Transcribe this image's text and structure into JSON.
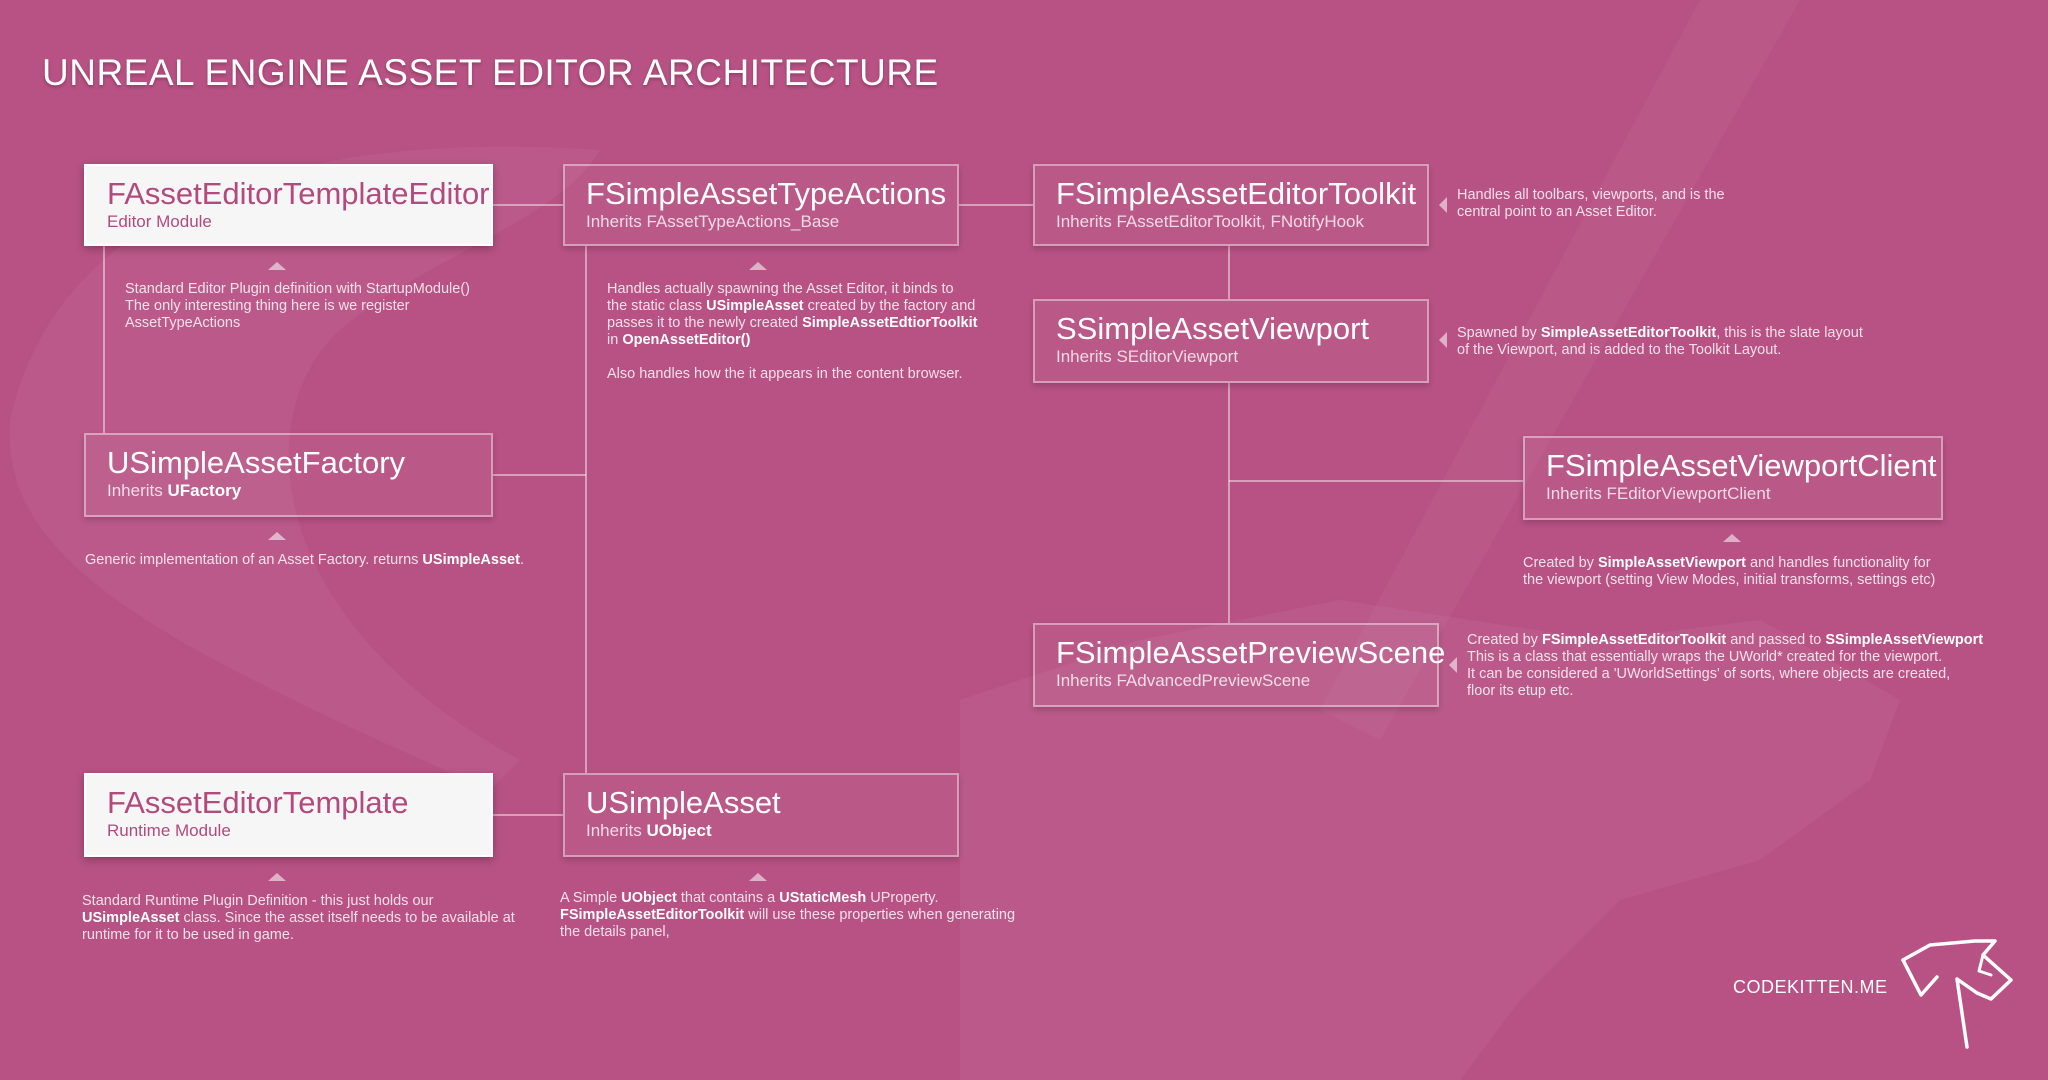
{
  "title": "UNREAL ENGINE ASSET EDITOR ARCHITECTURE",
  "brand": "CODEKITTEN.ME",
  "colors": {
    "background": "#b85284",
    "light_box": "#f6f6f6",
    "light_box_text": "#b24a7e",
    "line": "#e6a8c6"
  },
  "boxes": {
    "editor_module": {
      "name": "FAssetEditorTemplateEditor",
      "sub": "Editor Module"
    },
    "type_actions": {
      "name": "FSimpleAssetTypeActions",
      "sub": "Inherits FAssetTypeActions_Base"
    },
    "toolkit": {
      "name": "FSimpleAssetEditorToolkit",
      "sub": "Inherits FAssetEditorToolkit, FNotifyHook"
    },
    "viewport": {
      "name": "SSimpleAssetViewport",
      "sub": "Inherits SEditorViewport"
    },
    "factory": {
      "name": "USimpleAssetFactory",
      "sub_prefix": "Inherits ",
      "sub_bold": "UFactory"
    },
    "viewport_client": {
      "name": "FSimpleAssetViewportClient",
      "sub": "Inherits FEditorViewportClient"
    },
    "preview_scene": {
      "name": "FSimpleAssetPreviewScene",
      "sub": "Inherits FAdvancedPreviewScene"
    },
    "runtime_module": {
      "name": "FAssetEditorTemplate",
      "sub": "Runtime Module"
    },
    "simple_asset": {
      "name": "USimpleAsset",
      "sub_prefix": "Inherits ",
      "sub_bold": "UObject"
    }
  },
  "descriptions": {
    "editor_module": {
      "line1": "Standard Editor Plugin definition with StartupModule()",
      "line2": "The only interesting thing here is we register",
      "line3": "AssetTypeActions"
    },
    "type_actions": {
      "l1": "Handles actually spawning the Asset Editor, it binds to",
      "l2a": "the static class ",
      "l2b": "USimpleAsset",
      "l2c": " created by the factory and",
      "l3a": "passes it to the newly created  ",
      "l3b": "SimpleAssetEdtiorToolkit",
      "l4a": "in ",
      "l4b": "OpenAssetEditor()",
      "l5": "Also handles how the it appears in the content browser."
    },
    "toolkit": {
      "l1": "Handles all toolbars, viewports, and is the",
      "l2": "central point to an Asset Editor."
    },
    "viewport": {
      "l1a": "Spawned by ",
      "l1b": "SimpleAssetEditorToolkit",
      "l1c": ", this is the slate layout",
      "l2": "of the Viewport, and is added to the Toolkit Layout."
    },
    "factory": {
      "l1a": "Generic implementation of an Asset Factory. returns ",
      "l1b": "USimpleAsset",
      "l1c": "."
    },
    "viewport_client": {
      "l1a": "Created by ",
      "l1b": "SimpleAssetViewport",
      "l1c": " and handles functionality for",
      "l2": "the viewport (setting View Modes, initial  transforms, settings etc)"
    },
    "preview_scene": {
      "l1a": "Created by ",
      "l1b": "FSimpleAssetEditorToolkit",
      "l1c": " and passed to ",
      "l1d": "SSimpleAssetViewport",
      "l2": "This is a class that essentially wraps the UWorld* created for the viewport.",
      "l3": "It can be considered a 'UWorldSettings' of sorts, where objects are created,",
      "l4": "floor its etup etc."
    },
    "runtime_module": {
      "l1": "Standard Runtime Plugin Definition - this just holds our",
      "l2a": "USimpleAsset",
      "l2b": " class. Since the asset itself needs to be available at",
      "l3": "runtime for it to be  used in game."
    },
    "simple_asset": {
      "l1a": "A Simple ",
      "l1b": "UObject",
      "l1c": " that contains a ",
      "l1d": "UStaticMesh",
      "l1e": " UProperty.",
      "l2a": "FSimpleAssetEditorToolkit",
      "l2b": " will use these properties when generating",
      "l3": "the details panel,"
    }
  }
}
